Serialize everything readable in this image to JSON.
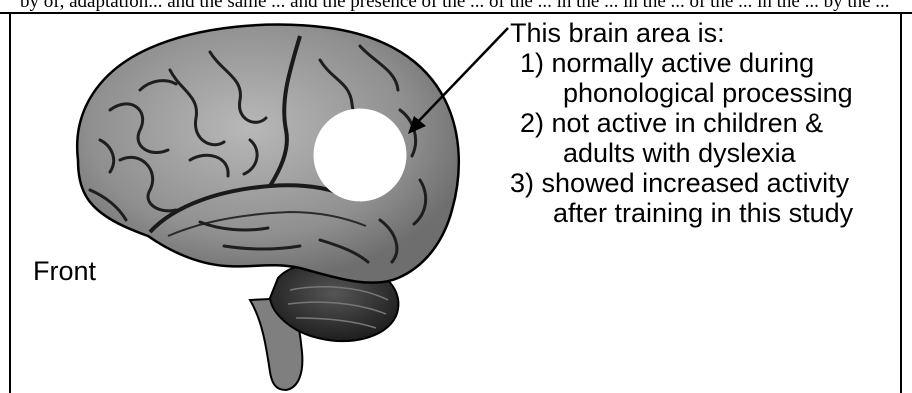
{
  "top_strip_text": "by of, adaptation... and the same ... and the presence of the ... of the ... in the ... in the ... of the ... in the ... by the ...",
  "label_front": "Front",
  "caption": {
    "title": "This brain area is:",
    "items": [
      {
        "number": "1)",
        "line1": "normally active during",
        "line2": "phonological processing"
      },
      {
        "number": "2)",
        "line1": "not active in children &",
        "line2": "adults with dyslexia"
      },
      {
        "number": "3)",
        "line1": "showed increased activity",
        "line2": "after training in this study"
      }
    ]
  },
  "colors": {
    "brain_fill": "#9a9a9a",
    "brain_dark": "#3a3a3a",
    "cerebellum": "#2a2a2a",
    "highlight": "#ffffff",
    "outline": "#000000"
  }
}
